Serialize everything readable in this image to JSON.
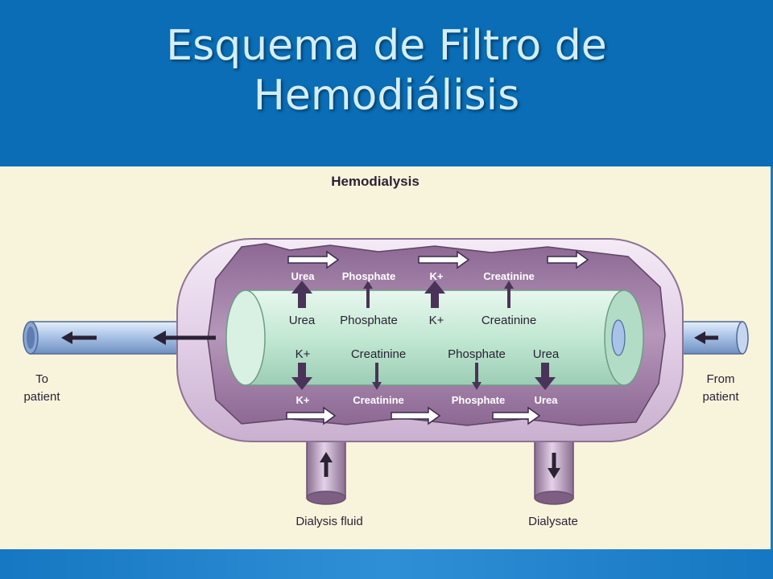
{
  "slide": {
    "title_line1": "Esquema de Filtro de",
    "title_line2": "Hemodiálisis"
  },
  "diagram": {
    "title": "Hemodialysis",
    "to_patient": [
      "To",
      "patient"
    ],
    "from_patient": [
      "From",
      "patient"
    ],
    "dialysis_fluid": "Dialysis fluid",
    "dialysate": "Dialysate",
    "upper_outer_labels": [
      "Urea",
      "Phosphate",
      "K+",
      "Creatinine"
    ],
    "upper_inner_labels": [
      "Urea",
      "Phosphate",
      "K+",
      "Creatinine"
    ],
    "lower_inner_labels": [
      "K+",
      "Creatinine",
      "Phosphate",
      "Urea"
    ],
    "lower_outer_labels": [
      "K+",
      "Creatinine",
      "Phosphate",
      "Urea"
    ],
    "colors": {
      "outer_shell": "#e9d9ee",
      "dialysate_chamber": "#a884ad",
      "blood_tube": "#c7ecd7",
      "pipe": "#aac4e8",
      "arrow": "#3a2a4a"
    }
  }
}
